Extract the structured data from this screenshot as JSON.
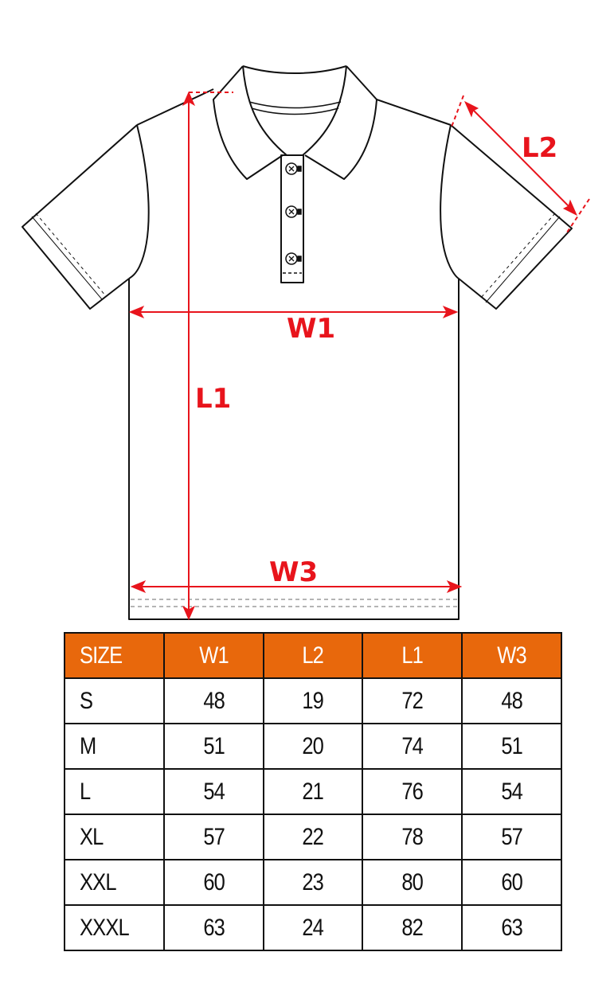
{
  "diagram": {
    "subject": "polo shirt",
    "labels": {
      "w1": "W1",
      "l1": "L1",
      "l2": "L2",
      "w3": "W3"
    },
    "colors": {
      "measure_line": "#e8141c",
      "outline": "#111111"
    }
  },
  "table": {
    "header_color": "#e8680c",
    "columns": [
      "SIZE",
      "W1",
      "L2",
      "L1",
      "W3"
    ],
    "rows": [
      {
        "size": "S",
        "w1": "48",
        "l2": "19",
        "l1": "72",
        "w3": "48"
      },
      {
        "size": "M",
        "w1": "51",
        "l2": "20",
        "l1": "74",
        "w3": "51"
      },
      {
        "size": "L",
        "w1": "54",
        "l2": "21",
        "l1": "76",
        "w3": "54"
      },
      {
        "size": "XL",
        "w1": "57",
        "l2": "22",
        "l1": "78",
        "w3": "57"
      },
      {
        "size": "XXL",
        "w1": "60",
        "l2": "23",
        "l1": "80",
        "w3": "60"
      },
      {
        "size": "XXXL",
        "w1": "63",
        "l2": "24",
        "l1": "82",
        "w3": "63"
      }
    ]
  }
}
